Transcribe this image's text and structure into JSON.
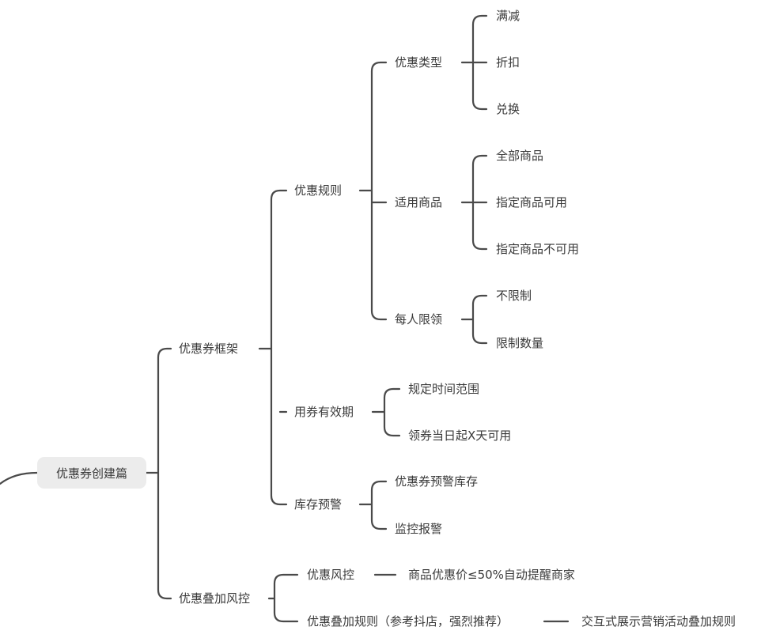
{
  "root": "优惠券创建篇",
  "level1": {
    "framework": "优惠券框架",
    "risk": "优惠叠加风控"
  },
  "framework": {
    "rules": "优惠规则",
    "validity": "用券有效期",
    "stock": "库存预警"
  },
  "rules": {
    "type": "优惠类型",
    "products": "适用商品",
    "limit": "每人限领"
  },
  "type_items": [
    "满减",
    "折扣",
    "兑换"
  ],
  "product_items": [
    "全部商品",
    "指定商品可用",
    "指定商品不可用"
  ],
  "limit_items": [
    "不限制",
    "限制数量"
  ],
  "validity_items": [
    "规定时间范围",
    "领券当日起X天可用"
  ],
  "stock_items": [
    "优惠券预警库存",
    "监控报警"
  ],
  "risk": {
    "control": "优惠风控",
    "control_detail": "商品优惠价≤50%自动提醒商家",
    "stacking": "优惠叠加规则（参考抖店，强烈推荐）",
    "stacking_detail": "交互式展示营销活动叠加规则"
  },
  "line_color": "#4a4a4a"
}
